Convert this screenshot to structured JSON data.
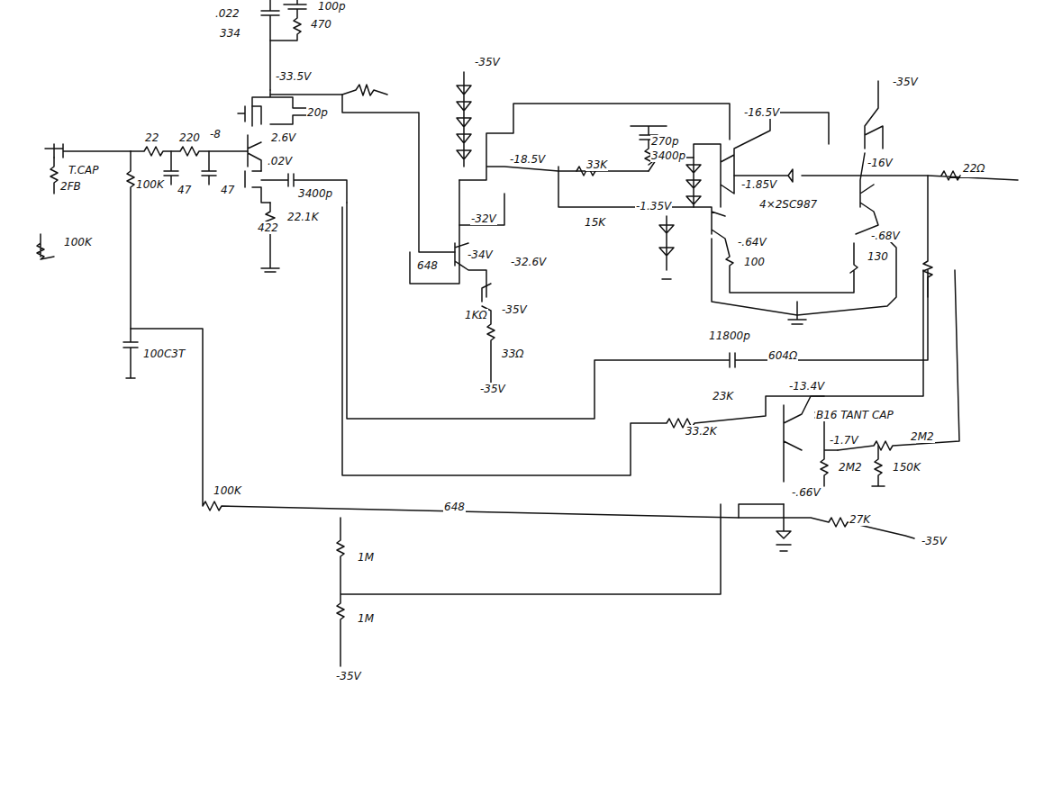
{
  "diagram": {
    "labels": [
      ".022",
      "334",
      "100p",
      "470",
      "-33.5V",
      "20p",
      "2.6V",
      "-8",
      "22",
      "220",
      "T.CAP",
      "2FB",
      "100K",
      "47",
      "47",
      ".02V",
      "3400p",
      "22.1K",
      "422",
      "100K",
      "-35V",
      "-18.5V",
      "33K",
      "270p",
      "3400p",
      "-16.5V",
      "-35V",
      "-16V",
      "22Ω",
      "-32V",
      "-1.85V",
      "4×2SC987",
      "-1.35V",
      "15K",
      "-.64V",
      "-.68V",
      "100",
      "130",
      "648",
      "-34V",
      "-32.6V",
      "1KΩ",
      "-35V",
      "33Ω",
      "-35V",
      "100C3T",
      "11800p",
      "604Ω",
      "-13.4V",
      "B16 TANT CAP",
      "-1.7V",
      "2M2",
      "2M2",
      "150K",
      "23K",
      "33.2K",
      "-.66V",
      "100K",
      "648",
      "27K",
      "-35V",
      "1M",
      "1M",
      "-35V"
    ]
  }
}
